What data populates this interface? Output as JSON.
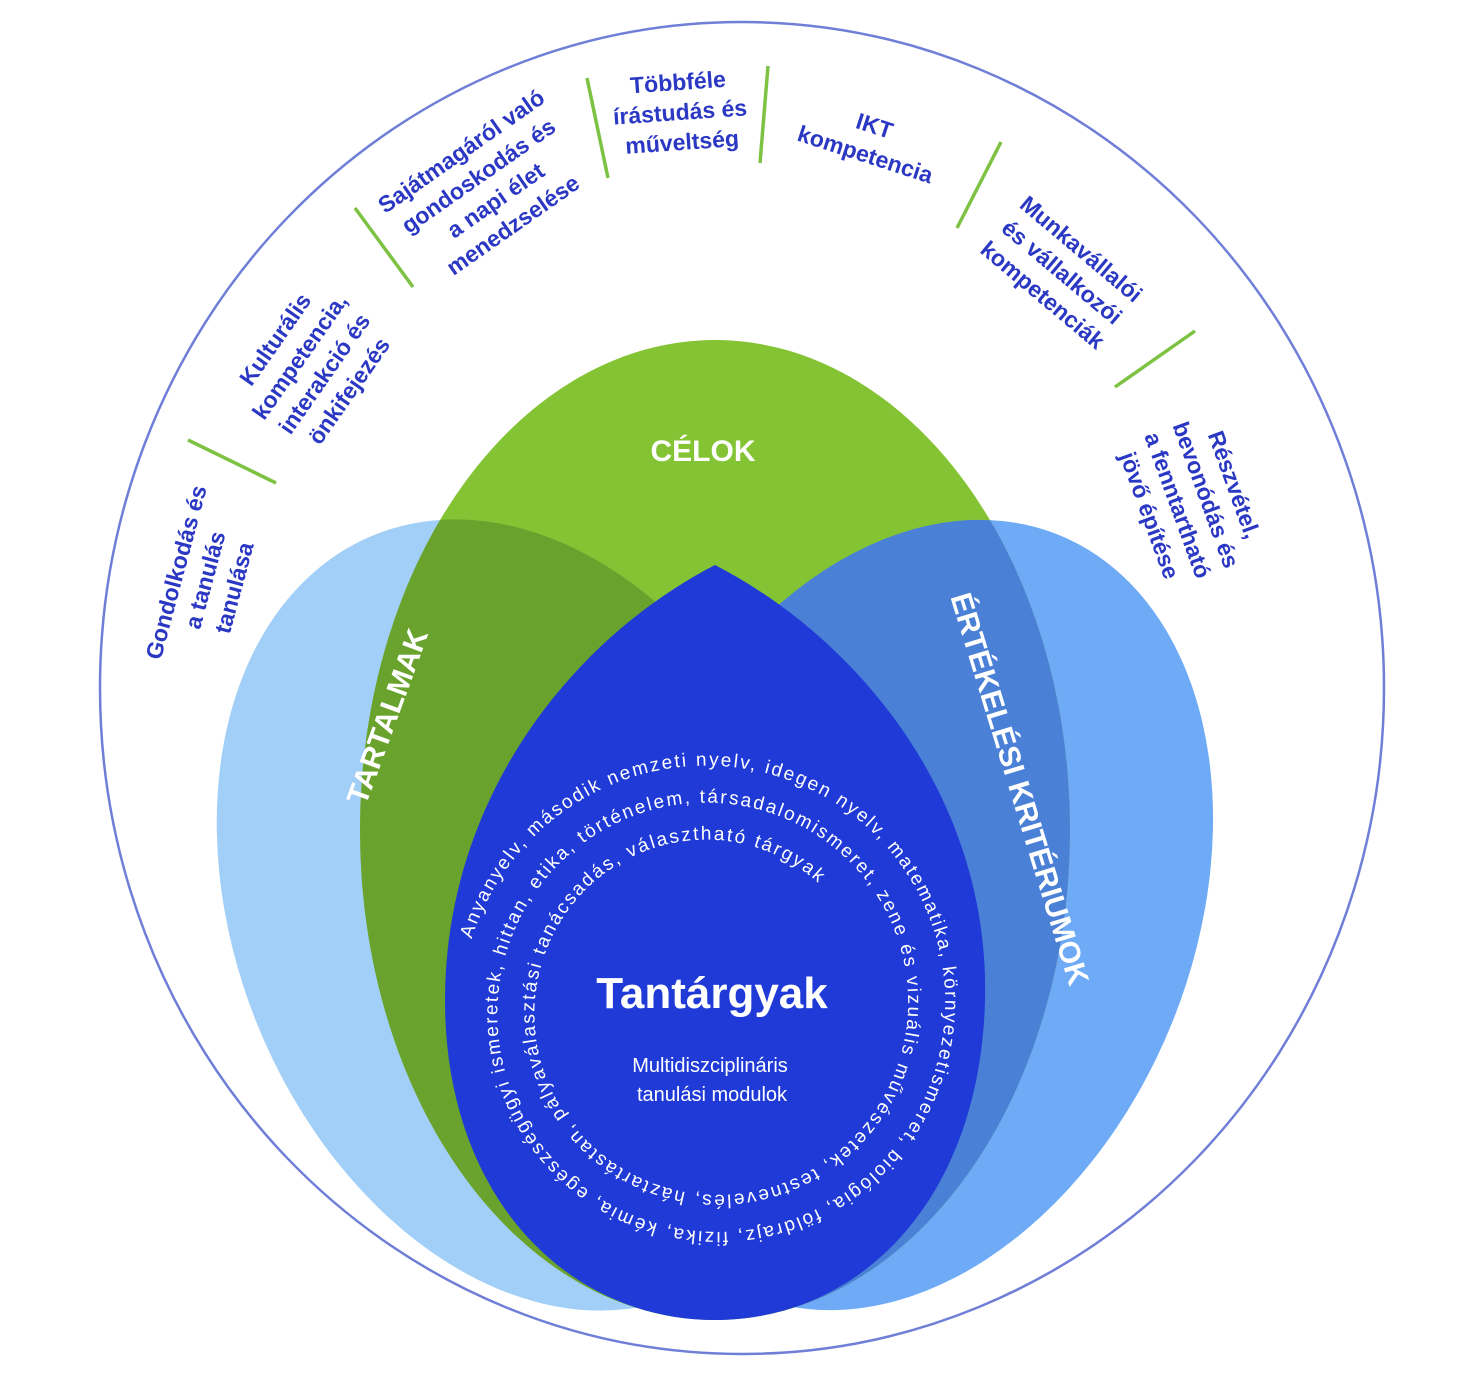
{
  "colors": {
    "outer_ring": "#6f7fd8",
    "contents_ellipse": "#a2cff8",
    "goals_ellipse": "#84c434",
    "goals_contents_overlap": "#69a22d",
    "criteria_ellipse": "#6eaaf6",
    "goals_criteria_overlap": "#4a80d6",
    "subjects_core": "#1f3ad6",
    "divider": "#7dc242",
    "label_text": "#2b38c4"
  },
  "competences": [
    {
      "lines": [
        "Gondolkodás és",
        "a tanulás",
        "tanulása"
      ]
    },
    {
      "lines": [
        "Kulturális",
        "kompetencia,",
        "interakció és",
        "önkifejezés"
      ]
    },
    {
      "lines": [
        "Sajátmagáról való",
        "gondoskodás és",
        "a napi élet",
        "menedzselése"
      ]
    },
    {
      "lines": [
        "Többféle",
        "írástudás és",
        "műveltség"
      ]
    },
    {
      "lines": [
        "IKT",
        "kompetencia"
      ]
    },
    {
      "lines": [
        "Munkavállalói",
        "és vállalkozói",
        "kompetenciák"
      ]
    },
    {
      "lines": [
        "Részvétel,",
        "bevonódás és",
        "a fenntartható",
        "jövő építése"
      ]
    }
  ],
  "sets": {
    "goals": "CÉLOK",
    "contents": "TARTALMAK",
    "criteria": "ÉRTÉKELÉSI KRITÉRIUMOK"
  },
  "core": {
    "title": "Tantárgyak",
    "subtitle_line1": "Multidiszciplináris",
    "subtitle_line2": "tanulási modulok",
    "subjects_spiral": "Anyanyelv, második nemzeti nyelv, idegen nyelv, matematika, környezetismeret, biológia, földrajz, fizika, kémia, egészségügyi ismeretek, hittan, etika, történelem, társadalomismeret, zene és vizuális művészetek, testnevelés, háztartástan, pályaválasztási tanácsadás, választható tárgyak"
  }
}
